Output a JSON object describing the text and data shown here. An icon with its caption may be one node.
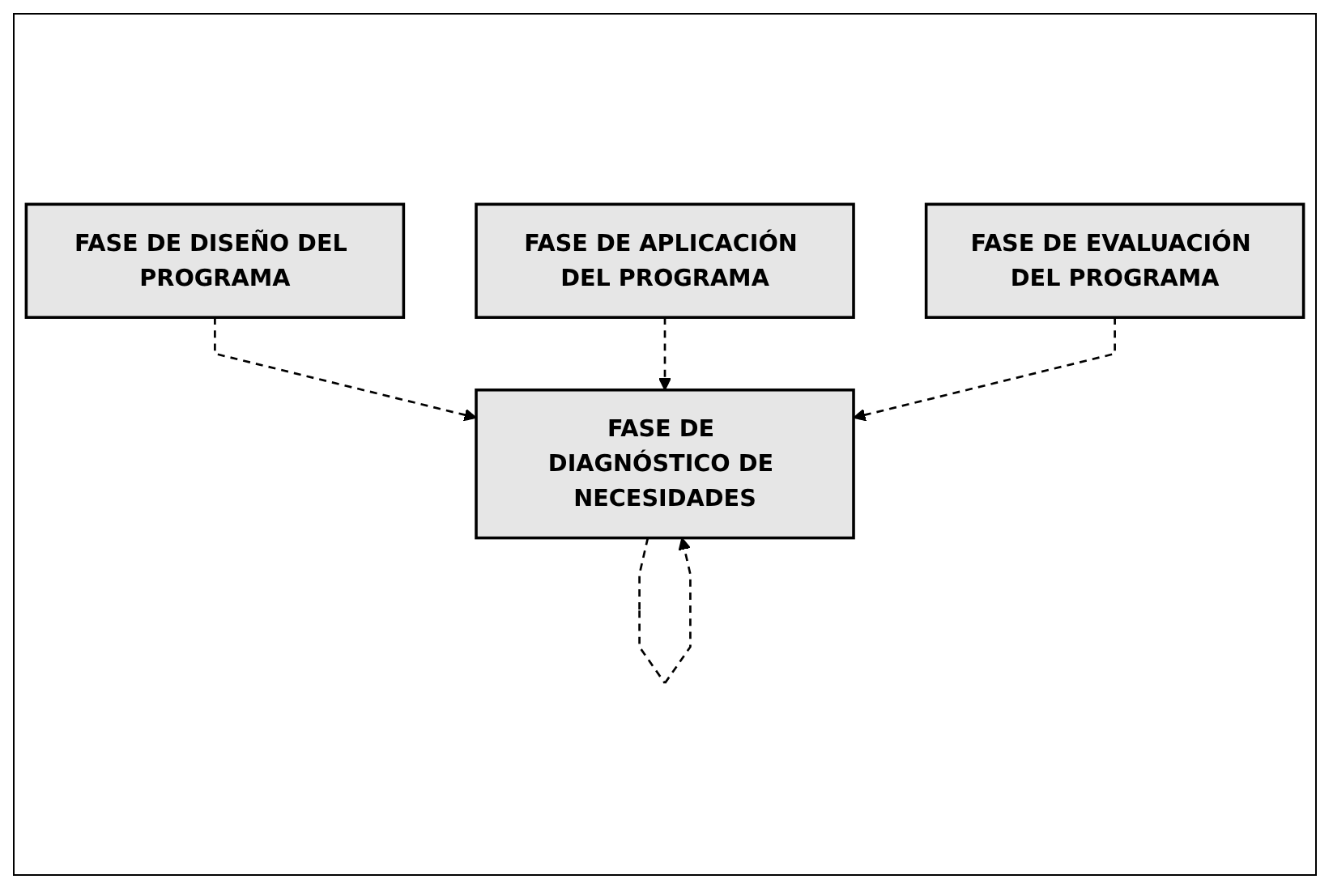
{
  "diagram": {
    "nodes": [
      {
        "text": [
          "FASE DE DIAGNÓSTICO DE NECESIDADES"
        ]
      },
      {
        "text": [
          "FASE DE DISEÑO DEL PROGRAMA"
        ]
      },
      {
        "text": [
          "FASE DE APLICACIÓN DEL PROGRAMA"
        ]
      },
      {
        "text": [
          "FASE DE EVALUACIÓN DEL PROGRAMA"
        ]
      }
    ],
    "edges": [
      {
        "from": 0,
        "to": 0,
        "arrow": "to",
        "style": "dashed"
      },
      {
        "from": 1,
        "to": 0,
        "arrow": "to",
        "style": "dashed"
      },
      {
        "from": 2,
        "to": 0,
        "arrow": "to",
        "style": "dashed"
      },
      {
        "from": 3,
        "to": 0,
        "arrow": "to",
        "style": "dashed"
      }
    ]
  }
}
